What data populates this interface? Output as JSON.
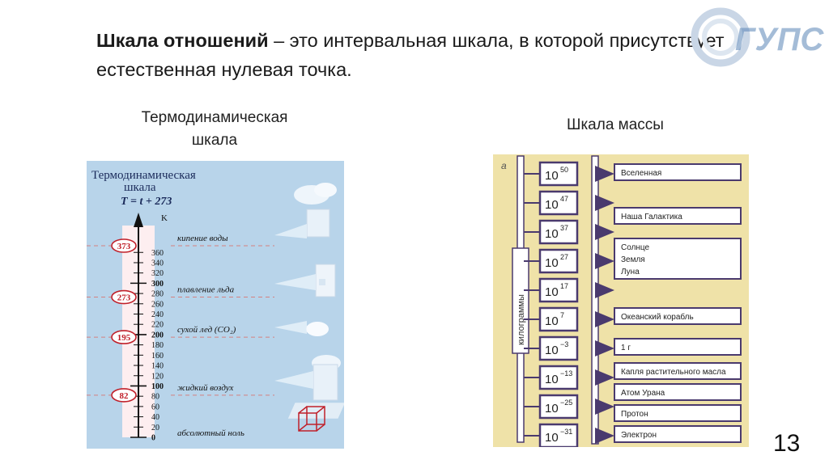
{
  "heading": {
    "bold": "Шкала отношений",
    "rest": " – это интервальная шкала, в которой присутствует естественная нулевая точка."
  },
  "logo": {
    "text": "ГУПС",
    "color": "#5b86b8"
  },
  "slide_number": "13",
  "thermo": {
    "caption_line1": "Термодинамическая",
    "caption_line2": "шкала",
    "inner_title_line1": "Термодинамическая",
    "inner_title_line2": "шкала",
    "formula": "T = t + 273",
    "unit": "K",
    "ticks": [
      "360",
      "340",
      "320",
      "300",
      "280",
      "260",
      "240",
      "220",
      "200",
      "180",
      "160",
      "140",
      "120",
      "100",
      "80",
      "60",
      "40",
      "20",
      "0"
    ],
    "marks": [
      {
        "value": "373",
        "label": "кипение воды"
      },
      {
        "value": "273",
        "label": "плавление льда"
      },
      {
        "value": "195",
        "label": "сухой лед (CO₂)"
      },
      {
        "value": "82",
        "label": "жидкий воздух"
      },
      {
        "value": "",
        "label": "абсолютный ноль"
      }
    ],
    "colors": {
      "background": "#b8d4ea",
      "mark": "#c0202a",
      "dash": "#d48080"
    }
  },
  "mass": {
    "caption": "Шкала массы",
    "corner_label": "а",
    "axis_label": "килограммы",
    "rows": [
      {
        "base": "10",
        "exp": "50",
        "label": "Вселенная"
      },
      {
        "base": "10",
        "exp": "47",
        "label": "Наша Галактика"
      },
      {
        "base": "10",
        "exp": "37",
        "label": "Солнце"
      },
      {
        "base": "10",
        "exp": "27",
        "label": "Земля"
      },
      {
        "base": "10",
        "exp": "17",
        "label": "Луна"
      },
      {
        "base": "10",
        "exp": "7",
        "label": "Океанский корабль"
      },
      {
        "base": "10",
        "exp": "−3",
        "label": "1 г"
      },
      {
        "base": "10",
        "exp": "−13",
        "label": "Капля растительного масла"
      },
      {
        "base": "10",
        "exp": "−25",
        "label": "Атом Урана"
      },
      {
        "base": "10",
        "exp": "−31",
        "label": "Протон"
      },
      {
        "base": "",
        "exp": "",
        "label": "Электрон"
      }
    ],
    "colors": {
      "background": "#efe2a8",
      "frame": "#4a3a6e"
    }
  }
}
